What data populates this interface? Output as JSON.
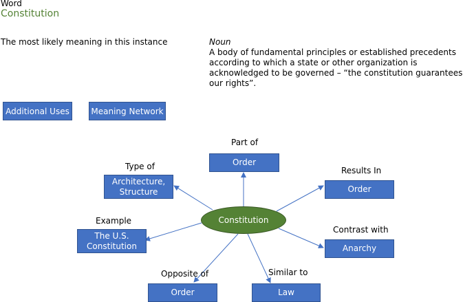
{
  "header": {
    "word_label": "Word",
    "word": "Constitution",
    "meaning_label": "The most likely meaning in this instance",
    "part_of_speech": "Noun",
    "definition": "A body of fundamental principles or established precedents according to which a state or other organization is acknowledged to be governed – “the constitution guarantees our rights”."
  },
  "buttons": {
    "additional_uses": "Additional Uses",
    "meaning_network": "Meaning Network"
  },
  "network": {
    "center": "Constitution",
    "relations": {
      "part_of": {
        "label": "Part of",
        "target": "Order"
      },
      "results_in": {
        "label": "Results In",
        "target": "Order"
      },
      "contrast_with": {
        "label": "Contrast with",
        "target": "Anarchy"
      },
      "similar_to": {
        "label": "Similar to",
        "target": "Law"
      },
      "opposite_of": {
        "label": "Opposite of",
        "target": "Order"
      },
      "example": {
        "label": "Example",
        "target": "The U.S. Constitution"
      },
      "type_of": {
        "label": "Type of",
        "target": "Architecture, Structure"
      }
    }
  },
  "colors": {
    "node_fill": "#4472C4",
    "center_fill": "#548235",
    "word_text": "#548235",
    "arrow": "#4472C4"
  }
}
